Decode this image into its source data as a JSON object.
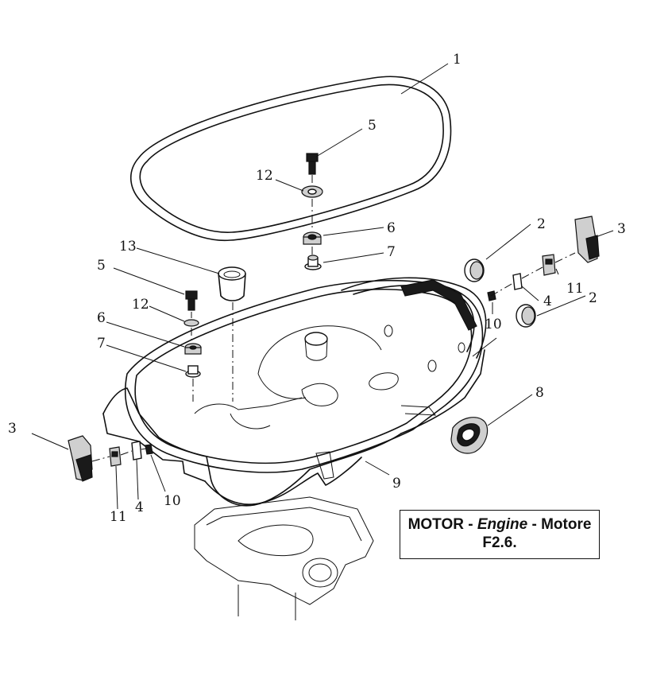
{
  "caption": {
    "motor": "MOTOR",
    "sep1": " - ",
    "engine": "Engine",
    "sep2": " - ",
    "motore": "Motore",
    "code": "F2.6."
  },
  "callouts": {
    "c1": "1",
    "c2a": "2",
    "c2b": "2",
    "c3a": "3",
    "c3b": "3",
    "c4a": "4",
    "c4b": "4",
    "c5a": "5",
    "c5b": "5",
    "c6a": "6",
    "c6b": "6",
    "c7a": "7",
    "c7b": "7",
    "c8": "8",
    "c9": "9",
    "c10a": "10",
    "c10b": "10",
    "c11a": "11",
    "c11b": "11",
    "c12a": "12",
    "c12b": "12",
    "c13": "13"
  }
}
